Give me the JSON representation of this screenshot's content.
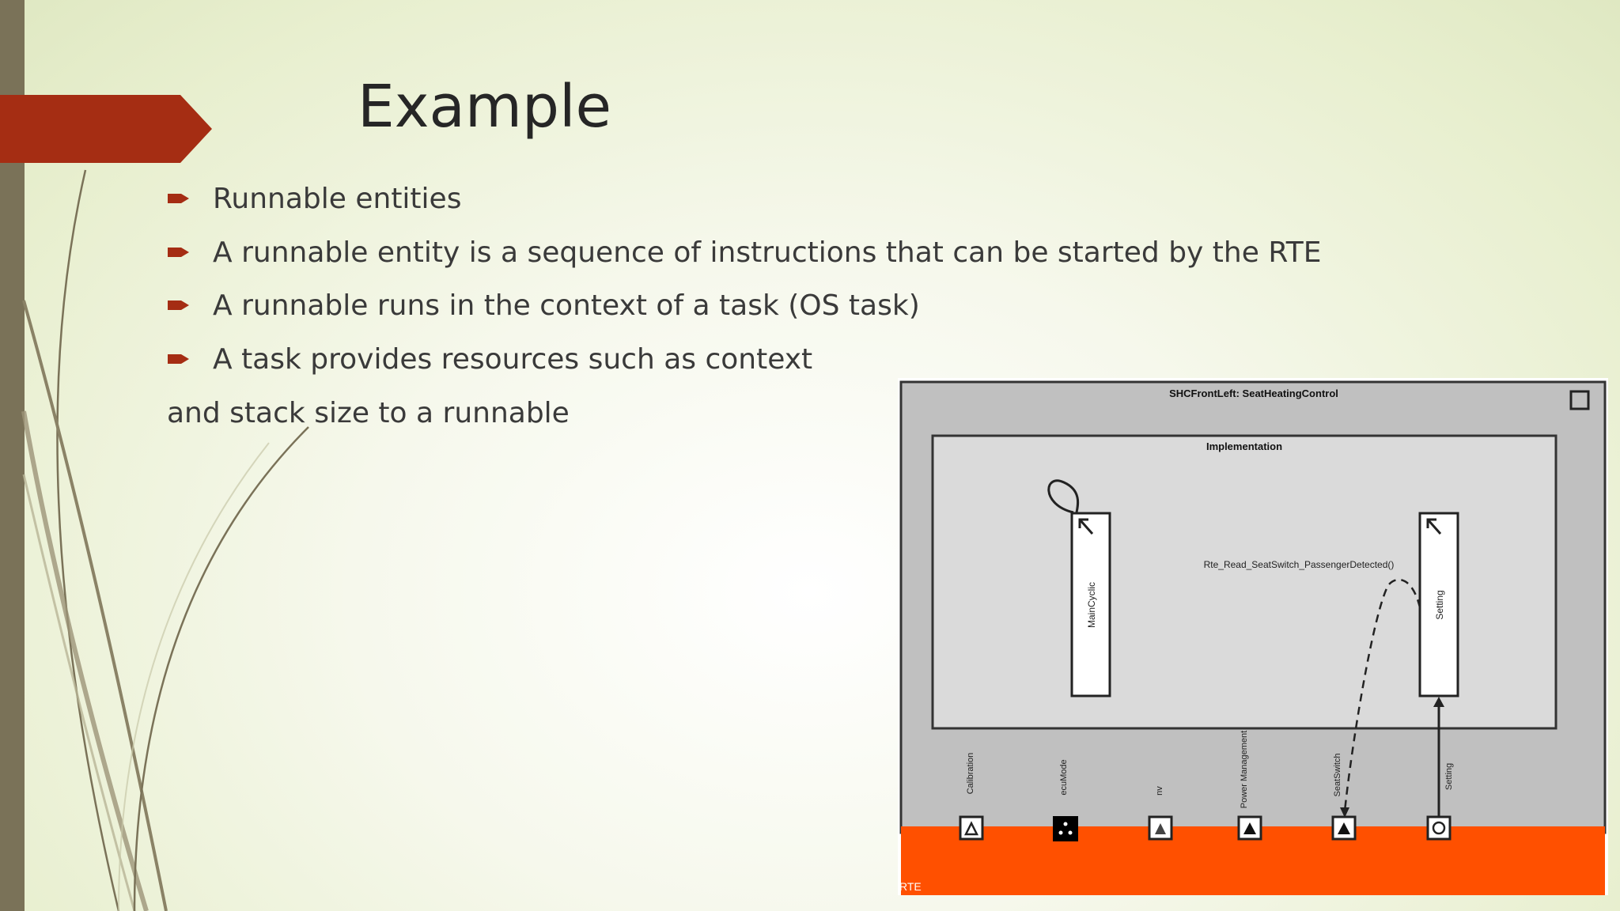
{
  "slide": {
    "title": "Example",
    "bullets": [
      "Runnable entities",
      "A runnable entity is a sequence of instructions that can be started by the RTE",
      "A runnable runs in the context of a task (OS task)",
      "A task provides resources such as context"
    ],
    "continuation": "and stack size to a runnable"
  },
  "diagram": {
    "component_title": "SHCFrontLeft:  SeatHeatingControl",
    "implementation_label": "Implementation",
    "runnables": [
      "MainCyclic",
      "Setting"
    ],
    "call_label": "Rte_Read_SeatSwitch_PassengerDetected()",
    "ports": [
      "Calibration",
      "ecuMode",
      "nv",
      "Power Management",
      "SeatSwitch",
      "Setting"
    ],
    "rte_label": "RTE"
  },
  "colors": {
    "accent": "#a52d13",
    "left_bar": "#7a7258",
    "rte": "#ff5000"
  }
}
